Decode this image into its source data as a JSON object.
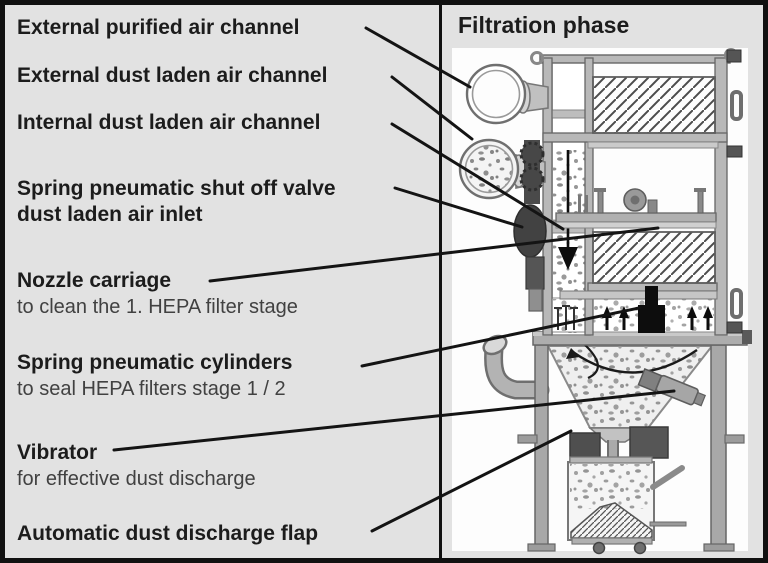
{
  "title": "Filtration phase",
  "labels": [
    {
      "title": "External purified air channel",
      "title2": "",
      "subtitle": ""
    },
    {
      "title": "External dust laden air channel",
      "title2": "",
      "subtitle": ""
    },
    {
      "title": "Internal dust laden air channel",
      "title2": "",
      "subtitle": ""
    },
    {
      "title": "Spring pneumatic shut off valve",
      "title2": "dust laden air inlet",
      "subtitle": ""
    },
    {
      "title": "Nozzle carriage",
      "title2": "",
      "subtitle": "to clean the 1. HEPA filter stage"
    },
    {
      "title": "Spring pneumatic cylinders",
      "title2": "",
      "subtitle": "to seal HEPA filters stage 1 / 2"
    },
    {
      "title": "Vibrator",
      "title2": "",
      "subtitle": "for effective dust discharge"
    },
    {
      "title": "Automatic dust discharge flap",
      "title2": "",
      "subtitle": ""
    }
  ],
  "style": {
    "panel_background": "#e2e2e2",
    "drawing_background": "#fdfdfd",
    "leader_line_color": "#141414",
    "text_color": "#1c1c1c"
  }
}
